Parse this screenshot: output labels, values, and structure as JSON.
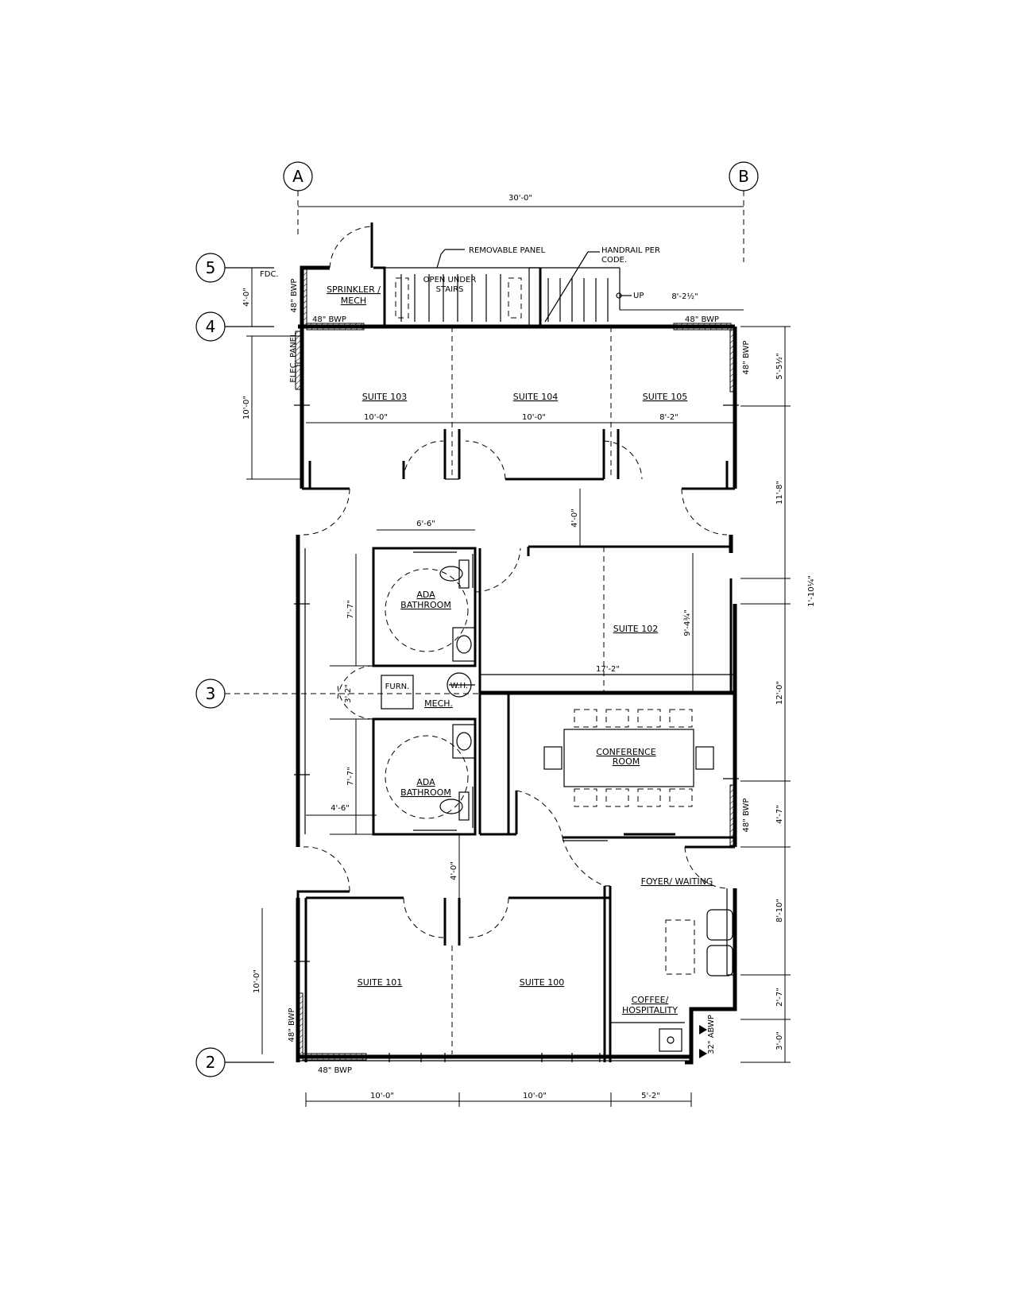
{
  "grid": {
    "a": "A",
    "b": "B",
    "r5": "5",
    "r4": "4",
    "r3": "3",
    "r2": "2"
  },
  "rooms": {
    "suite103": "SUITE 103",
    "suite104": "SUITE 104",
    "suite105": "SUITE 105",
    "suite102": "SUITE 102",
    "suite101": "SUITE 101",
    "suite100": "SUITE 100",
    "sprinkler1": "SPRINKLER /",
    "sprinkler2": "MECH",
    "stairs1": "OPEN UNDER",
    "stairs2": "STAIRS",
    "ada1": "ADA",
    "ada2": "BATHROOM",
    "furn": "FURN.",
    "wh": "W.H.",
    "mech": "MECH.",
    "conf1": "CONFERENCE",
    "conf2": "ROOM",
    "foyer": "FOYER/ WAITING",
    "coffee1": "COFFEE/",
    "coffee2": "HOSPITALITY"
  },
  "notes": {
    "removable": "REMOVABLE PANEL",
    "handrail1": "HANDRAIL PER",
    "handrail2": "CODE.",
    "up": "UP",
    "fdc": "FDC.",
    "elec": "ELEC. PANEL",
    "bwp48": "48\" BWP",
    "abwp32": "32\" ABWP"
  },
  "dims": {
    "overall": "30'-0\"",
    "d4_0": "4'-0\"",
    "d10_0": "10'-0\"",
    "d8_2": "8'-2\"",
    "d8_2_5": "8'-2½\"",
    "d5_5_5": "5'-5½\"",
    "d11_8": "11'-8\"",
    "d1_10_25": "1'-10¼\"",
    "d6_6": "6'-6\"",
    "d7_7": "7'-7\"",
    "d17_2": "17'-2\"",
    "d9_4_75": "9'-4¾\"",
    "d3_2": "3'-2\"",
    "d12_0": "12'-0\"",
    "d4_6": "4'-6\"",
    "d4_7": "4'-7\"",
    "d8_10": "8'-10\"",
    "d2_7": "2'-7\"",
    "d3_0": "3'-0\"",
    "d5_2": "5'-2\""
  }
}
